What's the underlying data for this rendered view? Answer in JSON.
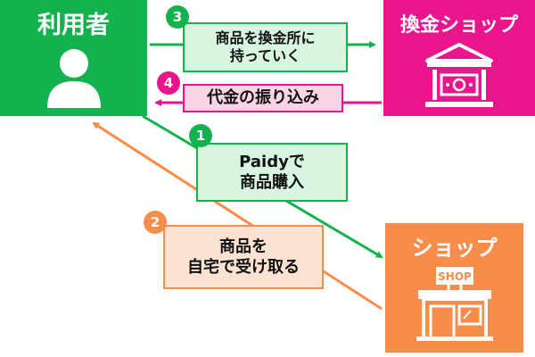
{
  "actors": {
    "user": {
      "title": "利用者",
      "icon": "person-icon",
      "color": "#14b14f"
    },
    "exchange_shop": {
      "title": "換金ショップ",
      "icon": "bank-building-icon",
      "color": "#e8158c"
    },
    "shop": {
      "title": "ショップ",
      "icon": "storefront-icon",
      "sign": "SHOP",
      "color": "#f88c4a"
    }
  },
  "steps": [
    {
      "number": "1",
      "label": "Paidyで\n商品購入",
      "from": "user",
      "to": "shop"
    },
    {
      "number": "2",
      "label": "商品を\n自宅で受け取る",
      "from": "shop",
      "to": "user"
    },
    {
      "number": "3",
      "label": "商品を換金所に\n持っていく",
      "from": "user",
      "to": "exchange_shop"
    },
    {
      "number": "4",
      "label": "代金の振り込み",
      "from": "exchange_shop",
      "to": "user"
    }
  ]
}
